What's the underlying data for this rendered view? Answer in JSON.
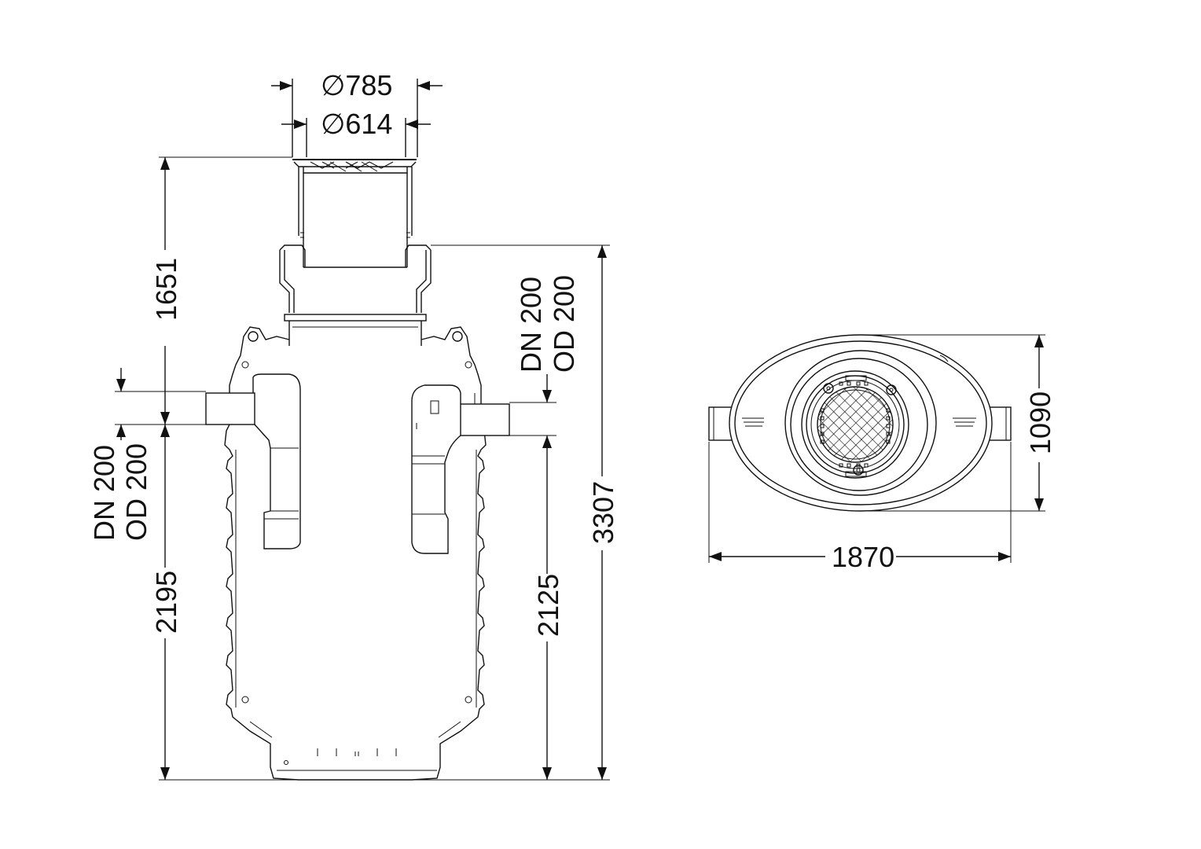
{
  "side_view": {
    "dims": {
      "cover_outer_diameter": "∅785",
      "cover_inner_diameter": "∅614",
      "shaft_height": "1651",
      "inlet_pipe": [
        "DN 200",
        "OD 200"
      ],
      "outlet_pipe": [
        "DN 200",
        "OD 200"
      ],
      "inlet_height": "2195",
      "outlet_height": "2125",
      "total_height": "3307"
    }
  },
  "top_view": {
    "dims": {
      "width": "1870",
      "depth": "1090"
    }
  }
}
